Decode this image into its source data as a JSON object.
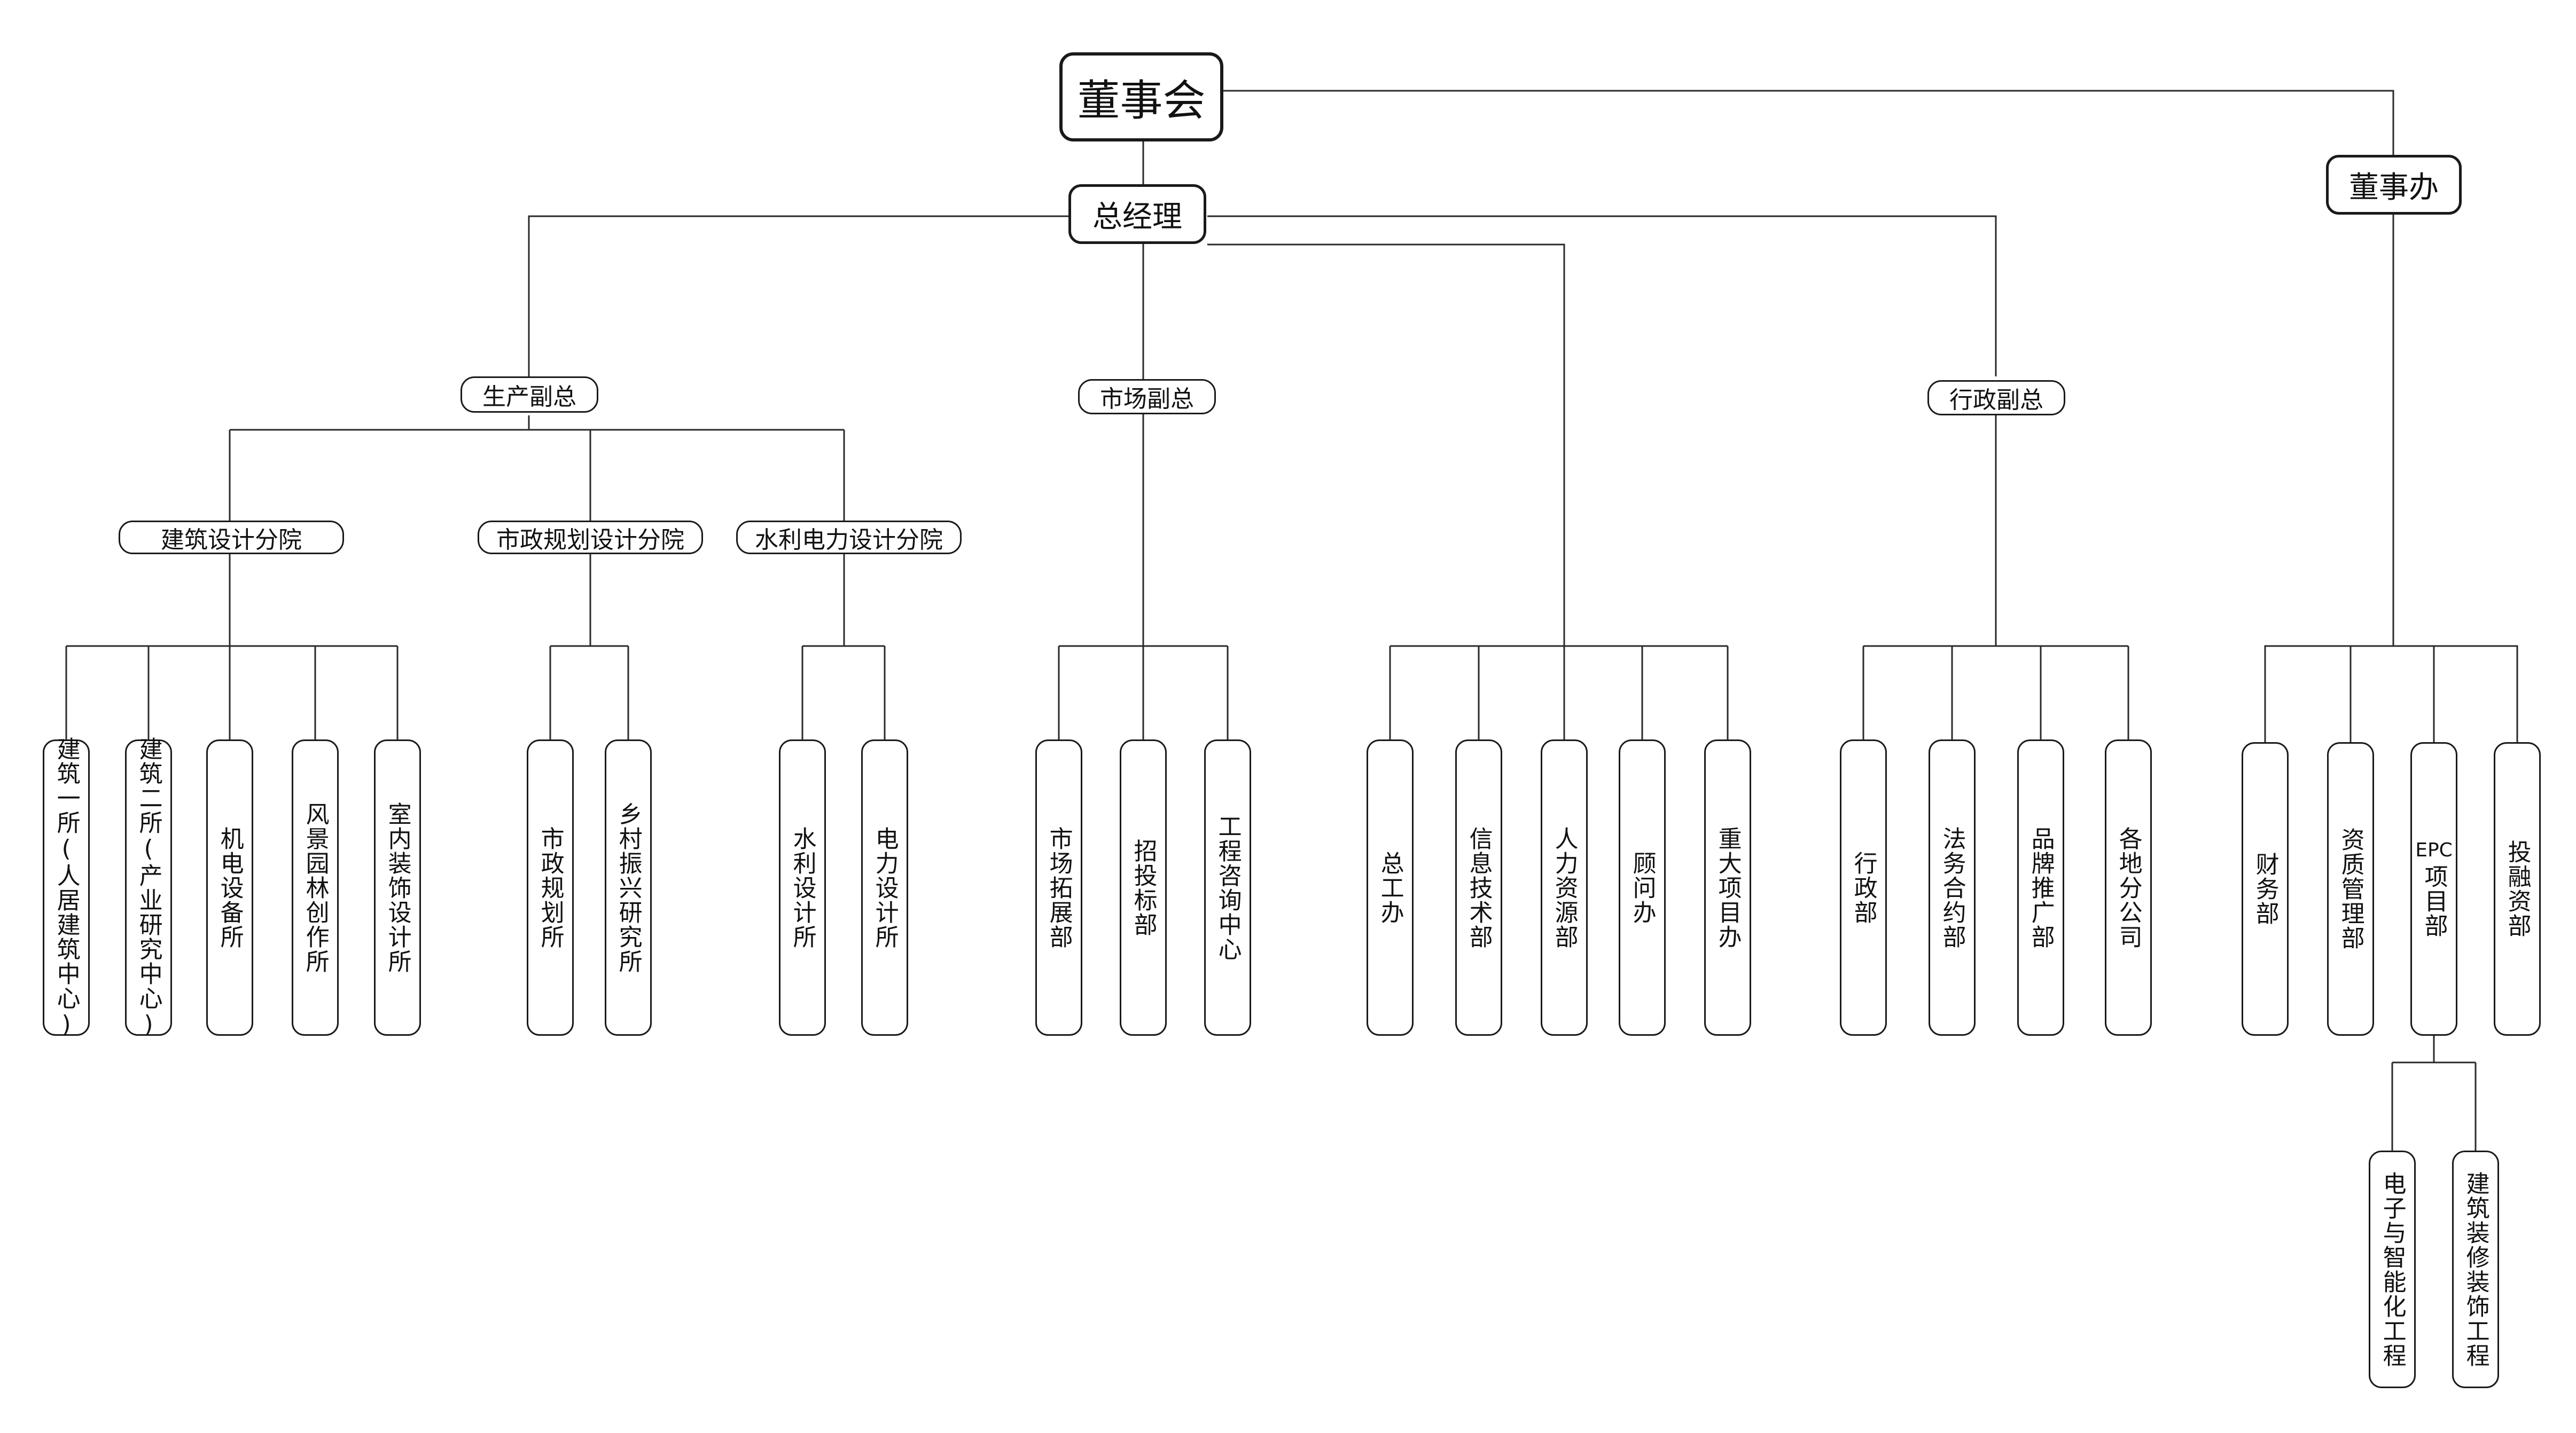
{
  "board": "董事会",
  "board_office": "董事办",
  "gm": "总经理",
  "vp_production": "生产副总",
  "vp_market": "市场副总",
  "vp_admin": "行政副总",
  "branch_architecture": "建筑设计分院",
  "branch_municipal": "市政规划设计分院",
  "branch_water": "水利电力设计分院",
  "arch_units": [
    "建筑一所(人居建筑中心)",
    "建筑二所(产业研究中心)",
    "机电设备所",
    "风景园林创作所",
    "室内装饰设计所"
  ],
  "municipal_units": [
    "市政规划所",
    "乡村振兴研究所"
  ],
  "water_units": [
    "水利设计所",
    "电力设计所"
  ],
  "market_units": [
    "市场拓展部",
    "招投标部",
    "工程咨询中心"
  ],
  "gm_units": [
    "总工办",
    "信息技术部",
    "人力资源部",
    "顾问办",
    "重大项目办"
  ],
  "admin_units": [
    "行政部",
    "法务合约部",
    "品牌推广部",
    "各地分公司"
  ],
  "office_units": [
    "财务部",
    "资质管理部",
    "EPC项目部",
    "投融资部"
  ],
  "epc_units": [
    "电子与智能化工程",
    "建筑装修装饰工程"
  ]
}
